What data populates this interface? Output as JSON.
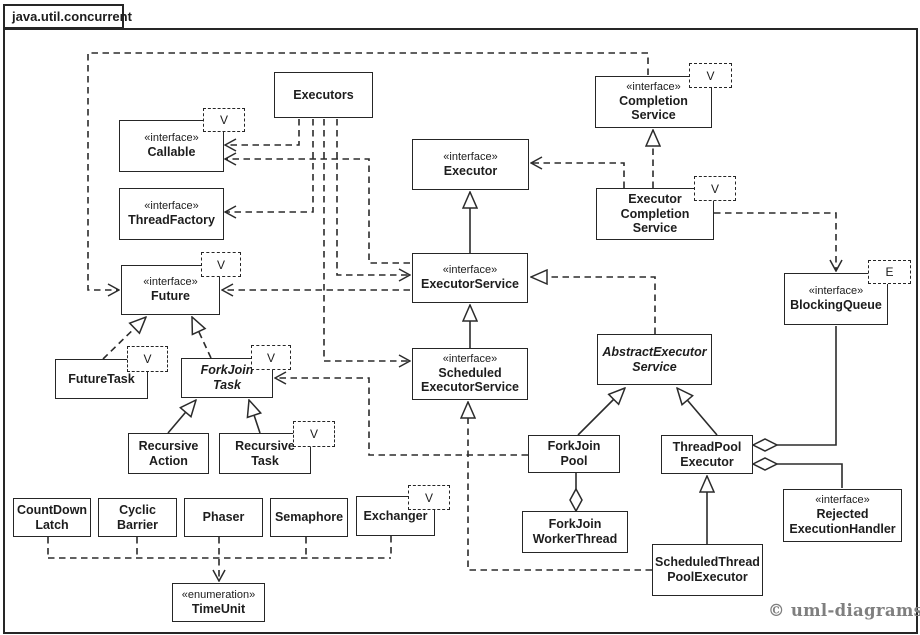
{
  "window": {
    "tab_title": "java.util.concurrent",
    "copyright": "© uml-diagrams.org"
  },
  "colors": {
    "line": "#2b2b2b",
    "box_background": "#ffffff",
    "copyright_text": "#7f7f7f"
  },
  "classes": {
    "executors": {
      "lines": [
        "Executors"
      ]
    },
    "callable": {
      "stereotype": "«interface»",
      "lines": [
        "Callable"
      ],
      "tparam": "V"
    },
    "threadfactory": {
      "stereotype": "«interface»",
      "lines": [
        "ThreadFactory"
      ]
    },
    "future": {
      "stereotype": "«interface»",
      "lines": [
        "Future"
      ],
      "tparam": "V"
    },
    "futuretask": {
      "lines": [
        "FutureTask"
      ],
      "tparam": "V"
    },
    "forkjointask": {
      "lines": [
        "ForkJoin",
        "Task"
      ],
      "tparam": "V"
    },
    "recursiveaction": {
      "lines": [
        "Recursive",
        "Action"
      ]
    },
    "recursivetask": {
      "lines": [
        "Recursive",
        "Task"
      ],
      "tparam": "V"
    },
    "countdownlatch": {
      "lines": [
        "CountDown",
        "Latch"
      ]
    },
    "cyclicbarrier": {
      "lines": [
        "Cyclic",
        "Barrier"
      ]
    },
    "phaser": {
      "lines": [
        "Phaser"
      ]
    },
    "semaphore": {
      "lines": [
        "Semaphore"
      ]
    },
    "exchanger": {
      "lines": [
        "Exchanger"
      ],
      "tparam": "V"
    },
    "timeunit": {
      "stereotype": "«enumeration»",
      "lines": [
        "TimeUnit"
      ]
    },
    "executor": {
      "stereotype": "«interface»",
      "lines": [
        "Executor"
      ]
    },
    "executorservice": {
      "stereotype": "«interface»",
      "lines": [
        "ExecutorService"
      ]
    },
    "scheduledexecutorservice": {
      "stereotype": "«interface»",
      "lines": [
        "Scheduled",
        "ExecutorService"
      ]
    },
    "completionservice": {
      "stereotype": "«interface»",
      "lines": [
        "Completion",
        "Service"
      ],
      "tparam": "V"
    },
    "executorcompletionservice": {
      "lines": [
        "Executor",
        "Completion",
        "Service"
      ],
      "tparam": "V"
    },
    "blockingqueue": {
      "stereotype": "«interface»",
      "lines": [
        "BlockingQueue"
      ],
      "tparam": "E"
    },
    "abstractexecutorservice": {
      "lines": [
        "AbstractExecutor",
        "Service"
      ]
    },
    "forkjoinpool": {
      "lines": [
        "ForkJoin",
        "Pool"
      ]
    },
    "threadpoolexecutor": {
      "lines": [
        "ThreadPool",
        "Executor"
      ]
    },
    "forkjoinworkerthread": {
      "lines": [
        "ForkJoin",
        "WorkerThread"
      ]
    },
    "scheduledthreadpoolexecutor": {
      "lines": [
        "ScheduledThread",
        "PoolExecutor"
      ]
    },
    "rejectedexecutionhandler": {
      "stereotype": "«interface»",
      "lines": [
        "Rejected",
        "ExecutionHandler"
      ]
    }
  },
  "relationships": [
    {
      "type": "generalization",
      "from": "ExecutorService",
      "to": "Executor"
    },
    {
      "type": "generalization",
      "from": "ScheduledExecutorService",
      "to": "ExecutorService"
    },
    {
      "type": "generalization",
      "from": "ForkJoinPool",
      "to": "AbstractExecutorService"
    },
    {
      "type": "generalization",
      "from": "ThreadPoolExecutor",
      "to": "AbstractExecutorService"
    },
    {
      "type": "generalization",
      "from": "ScheduledThreadPoolExecutor",
      "to": "ThreadPoolExecutor"
    },
    {
      "type": "generalization",
      "from": "RecursiveAction",
      "to": "ForkJoinTask"
    },
    {
      "type": "generalization",
      "from": "RecursiveTask",
      "to": "ForkJoinTask"
    },
    {
      "type": "realization",
      "from": "FutureTask",
      "to": "Future"
    },
    {
      "type": "realization",
      "from": "ForkJoinTask",
      "to": "Future"
    },
    {
      "type": "realization",
      "from": "AbstractExecutorService",
      "to": "ExecutorService"
    },
    {
      "type": "realization",
      "from": "ExecutorCompletionService",
      "to": "CompletionService"
    },
    {
      "type": "realization",
      "from": "ScheduledThreadPoolExecutor",
      "to": "ScheduledExecutorService"
    },
    {
      "type": "dependency",
      "from": "Executors",
      "to": "Callable"
    },
    {
      "type": "dependency",
      "from": "Executors",
      "to": "ThreadFactory"
    },
    {
      "type": "dependency",
      "from": "Executors",
      "to": "ScheduledExecutorService"
    },
    {
      "type": "dependency",
      "from": "Executors",
      "to": "ExecutorService"
    },
    {
      "type": "dependency",
      "from": "ExecutorService",
      "to": "Callable"
    },
    {
      "type": "dependency",
      "from": "ExecutorService",
      "to": "Future"
    },
    {
      "type": "dependency",
      "from": "CompletionService",
      "to": "Future"
    },
    {
      "type": "dependency",
      "from": "ForkJoinPool",
      "to": "ForkJoinTask"
    },
    {
      "type": "dependency",
      "from": "ExecutorCompletionService",
      "to": "Executor"
    },
    {
      "type": "dependency",
      "from": "ExecutorCompletionService",
      "to": "BlockingQueue"
    },
    {
      "type": "dependency",
      "from": "CountDownLatch, CyclicBarrier, Phaser, Semaphore, Exchanger",
      "to": "TimeUnit"
    },
    {
      "type": "aggregation",
      "from": "ForkJoinWorkerThread",
      "to": "ForkJoinPool"
    },
    {
      "type": "aggregation",
      "from": "ThreadPoolExecutor",
      "to": "BlockingQueue"
    },
    {
      "type": "aggregation",
      "from": "ThreadPoolExecutor",
      "to": "RejectedExecutionHandler"
    }
  ]
}
